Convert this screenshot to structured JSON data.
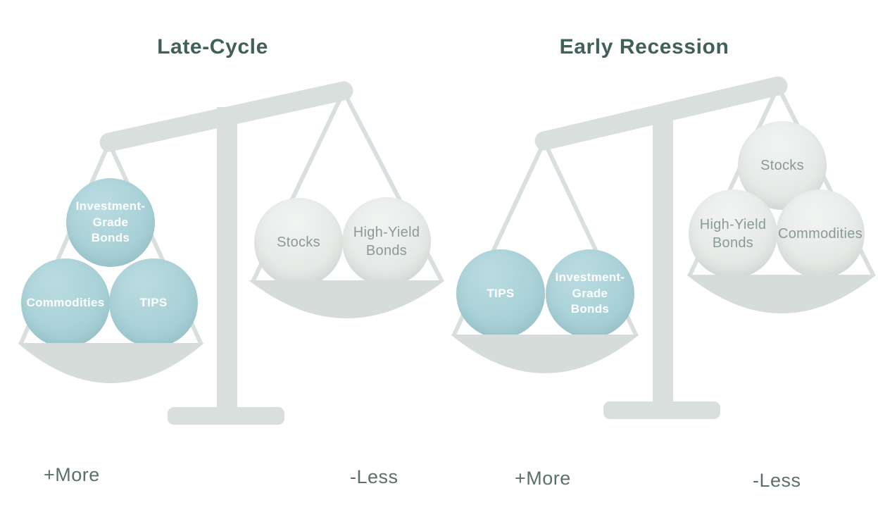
{
  "figure": {
    "panels": [
      {
        "title": "Late-Cycle",
        "left_pan": {
          "weight_label": "+More",
          "balls": [
            {
              "label": "Investment-\nGrade\nBonds",
              "style": "highlight"
            },
            {
              "label": "Commodities",
              "style": "highlight"
            },
            {
              "label": "TIPS",
              "style": "highlight"
            }
          ]
        },
        "right_pan": {
          "weight_label": "-Less",
          "balls": [
            {
              "label": "Stocks",
              "style": "neutral"
            },
            {
              "label": "High-Yield\nBonds",
              "style": "neutral"
            }
          ]
        }
      },
      {
        "title": "Early Recession",
        "left_pan": {
          "weight_label": "+More",
          "balls": [
            {
              "label": "TIPS",
              "style": "highlight"
            },
            {
              "label": "Investment-\nGrade\nBonds",
              "style": "highlight"
            }
          ]
        },
        "right_pan": {
          "weight_label": "-Less",
          "balls": [
            {
              "label": "Stocks",
              "style": "neutral"
            },
            {
              "label": "High-Yield\nBonds",
              "style": "neutral"
            },
            {
              "label": "Commodities",
              "style": "neutral"
            }
          ]
        }
      }
    ]
  },
  "colors": {
    "highlight_ball": "#a8d1d7",
    "neutral_ball": "#e6eae7",
    "structure": "#d9dfdc",
    "pan": "#d6dcd9",
    "title_text": "#42605a",
    "highlight_ball_text": "#ffffff",
    "neutral_ball_text": "#8b9a94",
    "weight_label_text": "#5c706b"
  }
}
